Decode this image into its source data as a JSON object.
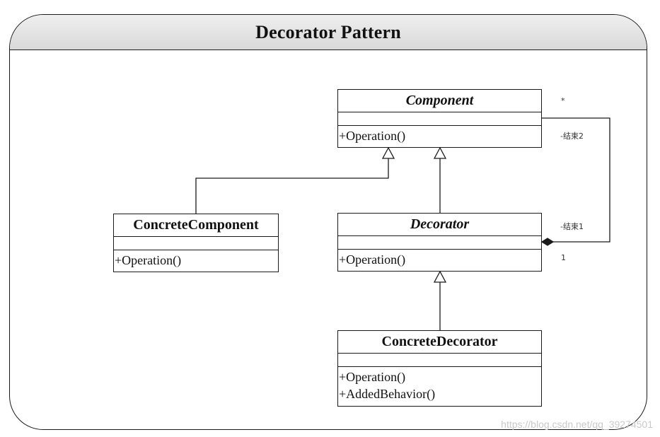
{
  "diagram": {
    "title": "Decorator Pattern",
    "classes": {
      "component": {
        "name": "Component",
        "operations": [
          "+Operation()"
        ]
      },
      "concrete_component": {
        "name": "ConcreteComponent",
        "operations": [
          "+Operation()"
        ]
      },
      "decorator": {
        "name": "Decorator",
        "operations": [
          "+Operation()"
        ]
      },
      "concrete_decorator": {
        "name": "ConcreteDecorator",
        "operations": [
          "+Operation()",
          "+AddedBehavior()"
        ]
      }
    },
    "aggregation": {
      "multiplicity_many": "*",
      "role_end2": "-结束2",
      "role_end1": "-结束1",
      "multiplicity_one": "1"
    }
  },
  "watermark": "https://blog.csdn.net/qq_39274501"
}
